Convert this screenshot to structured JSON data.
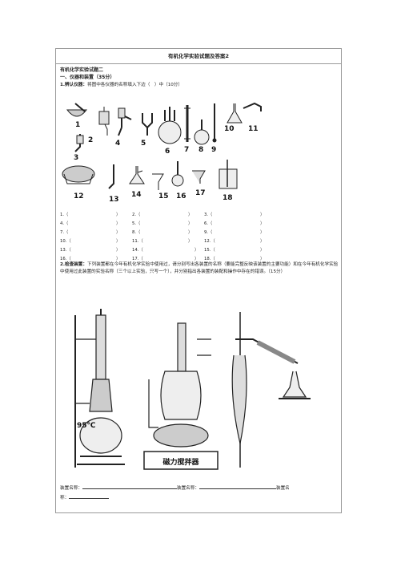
{
  "doc": {
    "title": "有机化学实验试题及答案2",
    "test_heading": "有机化学实验试题二",
    "section1_heading": "一、仪器和装置（35分）",
    "q1": {
      "label": "1.辨认仪器：",
      "text": "将图中各仪器的名称填入下边（　）中（10分）"
    },
    "figure_numbers": [
      "1",
      "2",
      "3",
      "4",
      "5",
      "6",
      "7",
      "8",
      "9",
      "10",
      "11",
      "12",
      "13",
      "14",
      "15",
      "16",
      "17",
      "18"
    ],
    "blanks": [
      [
        "1.（",
        "2.（",
        "3.（"
      ],
      [
        "4.（",
        "5.（",
        "6.（"
      ],
      [
        "7.（",
        "8.（",
        "9.（"
      ],
      [
        "10.（",
        "11.（",
        "12.（"
      ],
      [
        "13.（",
        "14.（",
        "15.（"
      ],
      [
        "16.（",
        "17.（",
        "18.（"
      ]
    ],
    "close_paren": "）",
    "q2": {
      "label": "2.检查装置：",
      "text": "下列装置都在今年有机化学实验中使用过，请分别写出各装置的名称（要能完整反映该装置的主要功能）和在今年有机化学实验中使用过此装置的实验名称（三个以上实验，只写一个），并分别指出各装置的装配和操作中存在的错误。（15分）"
    },
    "apparatus": {
      "temp_label": "95℃",
      "stirrer_label": "磁力搅拌器"
    },
    "answer": {
      "name_label_1": "装置名称：",
      "name_label_2": "装置名称：",
      "name_label_3": "装置名",
      "name_label_3_cont": "称："
    }
  }
}
